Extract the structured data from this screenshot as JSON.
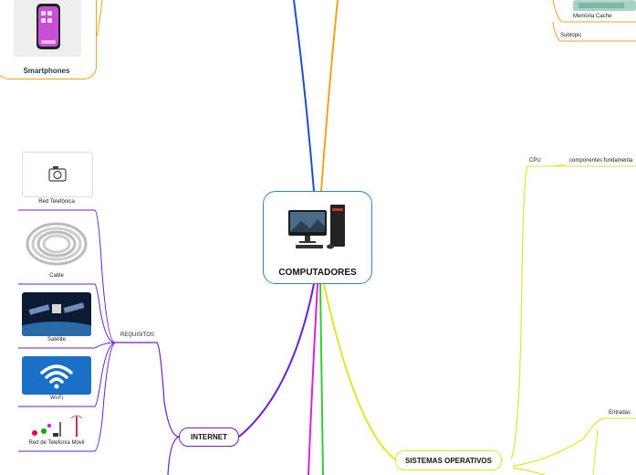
{
  "center": {
    "title": "COMPUTADORES",
    "icon": "desktop-computer-icon"
  },
  "top_left": {
    "label": "Smartphones",
    "icon": "smartphone-icon"
  },
  "top_right": {
    "memoria_label": "Memoria Cache",
    "subtopic_label": "Subtopic"
  },
  "right": {
    "cpu_label": "CPU",
    "componentes_label": "componentes fundamenta",
    "entradas_label": "Entradas",
    "sistemas_label": "SISTEMAS OPERATIVOS"
  },
  "internet": {
    "label": "INTERNET",
    "requisitos_label": "REQUISITOS",
    "items": [
      {
        "label": "Red Telefónica",
        "icon": "camera-icon"
      },
      {
        "label": "Cable",
        "icon": "cable-coil-icon"
      },
      {
        "label": "Satélite",
        "icon": "satellite-icon"
      },
      {
        "label": "Wi-Fi",
        "icon": "wifi-icon"
      },
      {
        "label": "Red de Telefonía Móvil",
        "icon": "cell-tower-icon"
      }
    ]
  },
  "colors": {
    "blue": "#1f4fd0",
    "orange": "#f4a11c",
    "purple": "#6a1fd6",
    "magenta": "#e01fd6",
    "green": "#33cc33",
    "yellow": "#dfe62a",
    "center_border": "#2f86c6"
  }
}
